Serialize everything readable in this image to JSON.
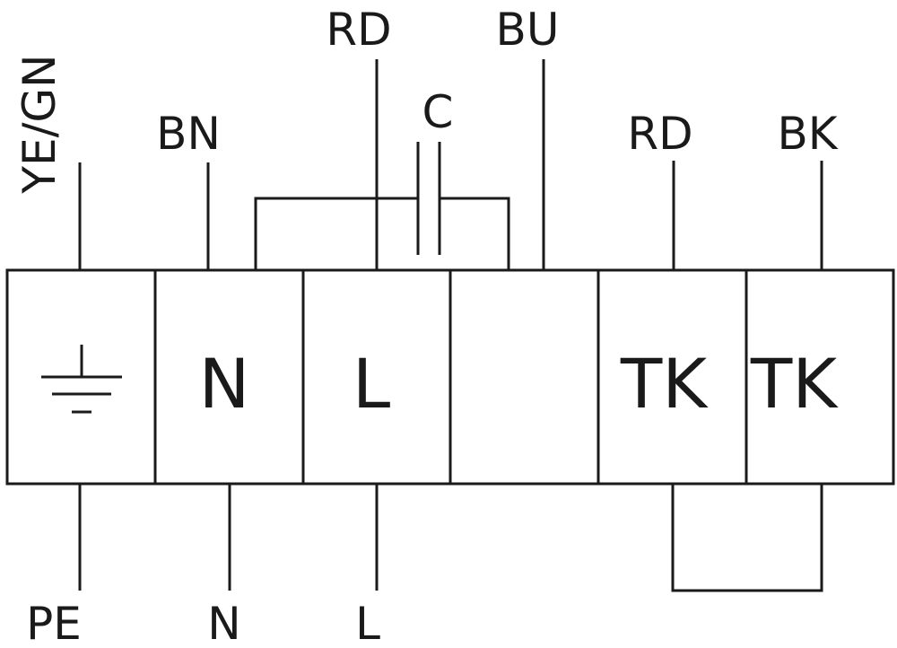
{
  "wire_labels": {
    "ye_gn": "YE/GN",
    "bn": "BN",
    "rd_top": "RD",
    "capacitor": "C",
    "bu": "BU",
    "rd_right": "RD",
    "bk": "BK"
  },
  "terminals": {
    "t2": "N",
    "t3": "L",
    "t5": "TK",
    "t6": "TK"
  },
  "bottom_labels": {
    "pe": "PE",
    "n": "N",
    "l": "L"
  },
  "icons": {
    "ground": "ground-icon",
    "capacitor": "capacitor-icon"
  },
  "colors": {
    "line": "#1a1a1a",
    "background": "#ffffff"
  }
}
